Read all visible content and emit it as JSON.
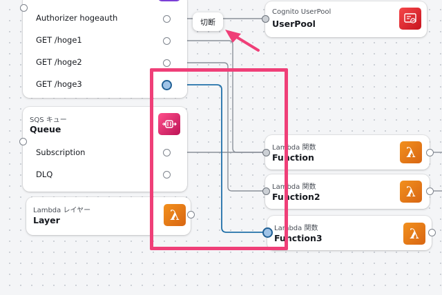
{
  "tooltip": {
    "label": "切断"
  },
  "api_card": {
    "rows": [
      {
        "label": "Authorizer hogeauth"
      },
      {
        "label": "GET /hoge1"
      },
      {
        "label": "GET /hoge2"
      },
      {
        "label": "GET /hoge3"
      }
    ]
  },
  "sqs_card": {
    "type": "SQS キュー",
    "title": "Queue",
    "rows": [
      {
        "label": "Subscription"
      },
      {
        "label": "DLQ"
      }
    ],
    "icon": "sqs-queue-icon"
  },
  "layer_card": {
    "type": "Lambda レイヤー",
    "title": "Layer",
    "icon": "lambda-icon"
  },
  "cognito_card": {
    "type": "Cognito UserPool",
    "title": "UserPool",
    "icon": "cognito-userpool-icon"
  },
  "function_cards": [
    {
      "type": "Lambda 関数",
      "title": "Function",
      "icon": "lambda-icon"
    },
    {
      "type": "Lambda 関数",
      "title": "Function2",
      "icon": "lambda-icon"
    },
    {
      "type": "Lambda 関数",
      "title": "Function3",
      "icon": "lambda-icon"
    }
  ],
  "colors": {
    "highlight": "#ef3f78",
    "arrow": "#ef3f78",
    "selected_wire": "#1f6fa8",
    "wire": "#8a9099",
    "lambda_orange": "#e8741a",
    "sqs_pink": "#e7157b",
    "cognito_red": "#dd344c"
  }
}
